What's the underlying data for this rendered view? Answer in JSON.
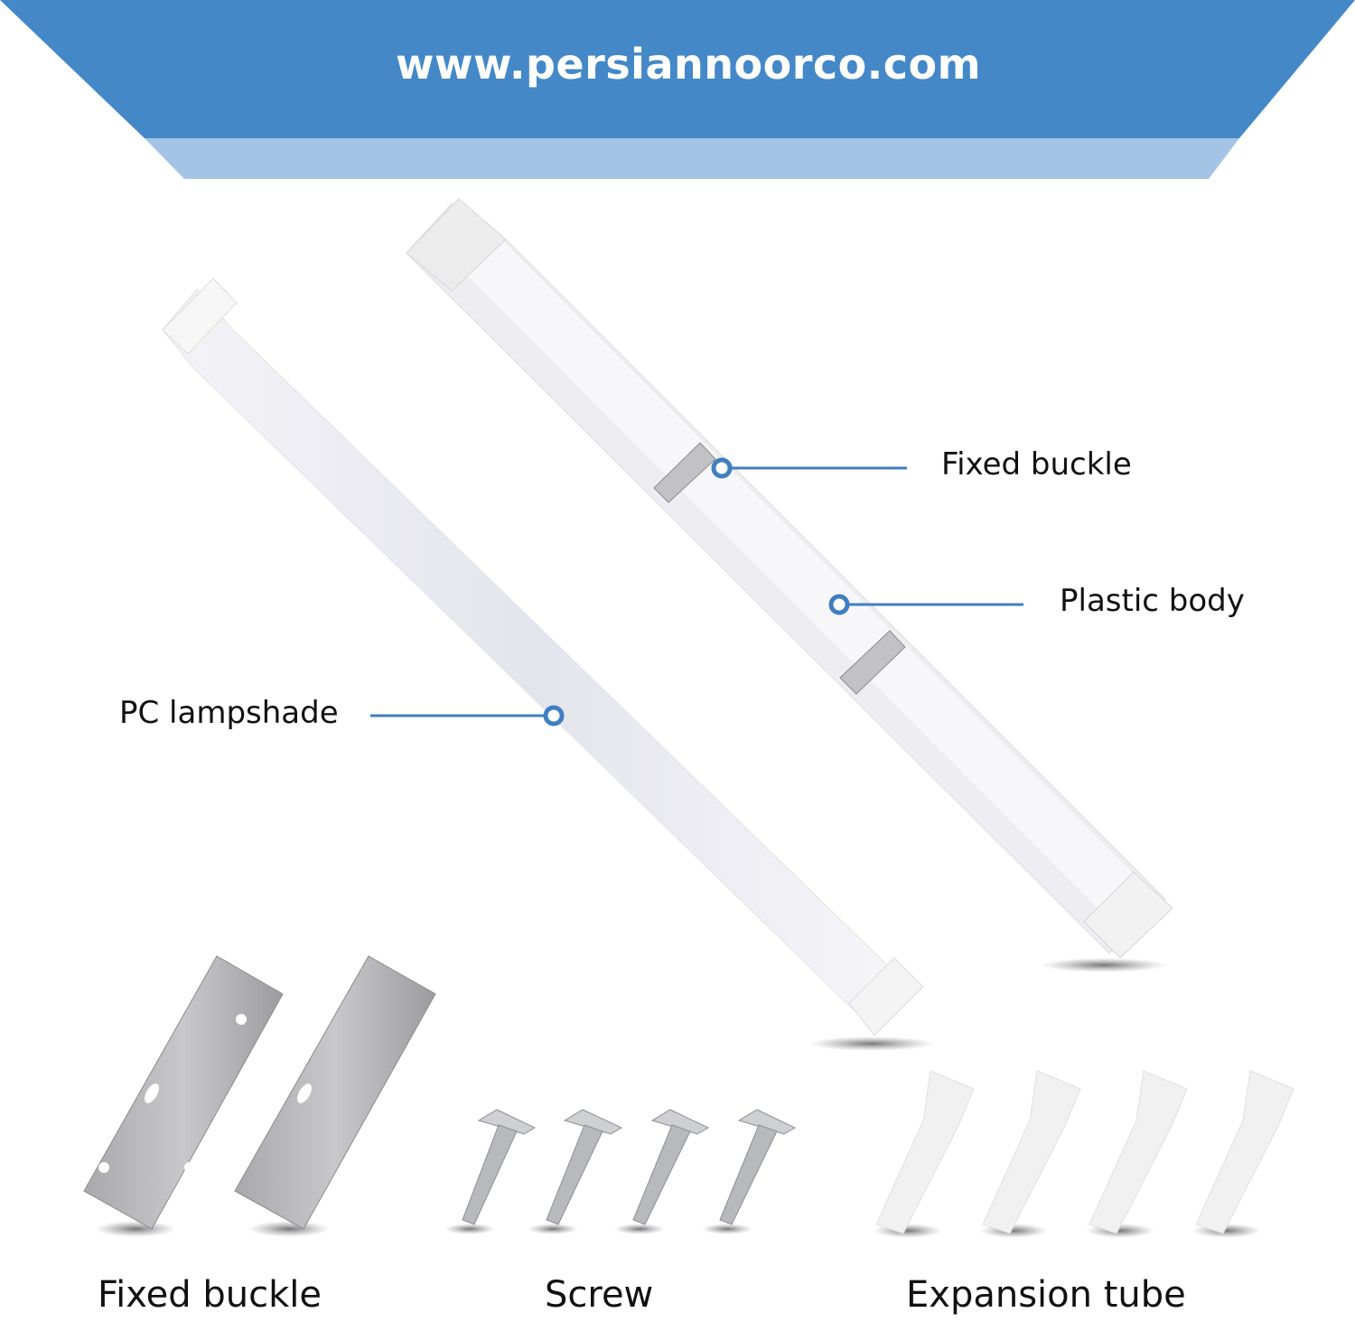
{
  "banner": {
    "url": "www.persiannoorco.com",
    "color_dark": "#4488C8",
    "color_light": "#A3C4E5"
  },
  "callouts": [
    {
      "label": "Fixed buckle",
      "target": "buckle-on-batten"
    },
    {
      "label": "Plastic body",
      "target": "batten-body"
    },
    {
      "label": "PC lampshade",
      "target": "diffuser-lamp"
    }
  ],
  "accessories": [
    {
      "label": "Fixed buckle",
      "count": 2
    },
    {
      "label": "Screw",
      "count": 4
    },
    {
      "label": "Expansion tube",
      "count": 4
    }
  ],
  "colors": {
    "accent": "#3F7FC0",
    "text": "#111111"
  }
}
